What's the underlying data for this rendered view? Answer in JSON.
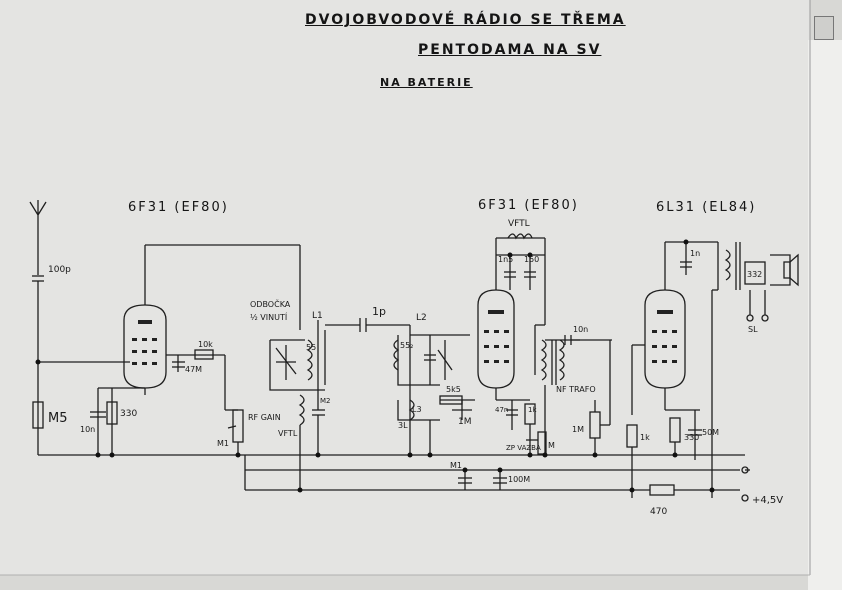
{
  "title": {
    "line1": "DVOJOBVODOVÉ RÁDIO SE TŘEMA",
    "line2": "PENTODAMA NA SV",
    "line3": "NA BATERIE"
  },
  "tubes": {
    "t1": "6F31 (EF80)",
    "t2": "6F31 (EF80)",
    "t3": "6L31 (EL84)"
  },
  "labels": {
    "c_ant": "100p",
    "r_grid": "M5",
    "c_10n_a": "10n",
    "r_330_a": "330",
    "r_10k": "10k",
    "c_47m": "47M",
    "tap": "ODBOČKA",
    "tap2": "½ VINUTÍ",
    "l1": "L1",
    "c_1p": "1p",
    "l2": "L2",
    "c_55": "55",
    "c_55_2": "55₂",
    "rf_gain": "RF GAIN",
    "m1": "M1",
    "vftl_a": "VFTL",
    "m_cap": "M2",
    "vftl_b": "VFTL",
    "c_1n5": "1n5",
    "c_150": "150",
    "c_5k5": "5k5",
    "l3": "L3",
    "l3b": "3L",
    "r_1m": "1M",
    "c_47n": "47n",
    "r_1k": "1k",
    "c_10n_b": "10n",
    "nf_trafo": "NF TRAFO",
    "r_1m_b": "1M",
    "zp_vazba": "ZP VAZBA",
    "m_b": "M",
    "c_1n": "1n",
    "r_332": "332",
    "sl": "SL",
    "r_1k_b": "1k",
    "r_330_b": "330",
    "c_50m": "50M",
    "m1_b": "M1",
    "c_100m": "100M",
    "r_470": "470",
    "v45": "+4,5V"
  },
  "colors": {
    "paper": "#dcdcda",
    "ink": "#1a1a1a"
  }
}
